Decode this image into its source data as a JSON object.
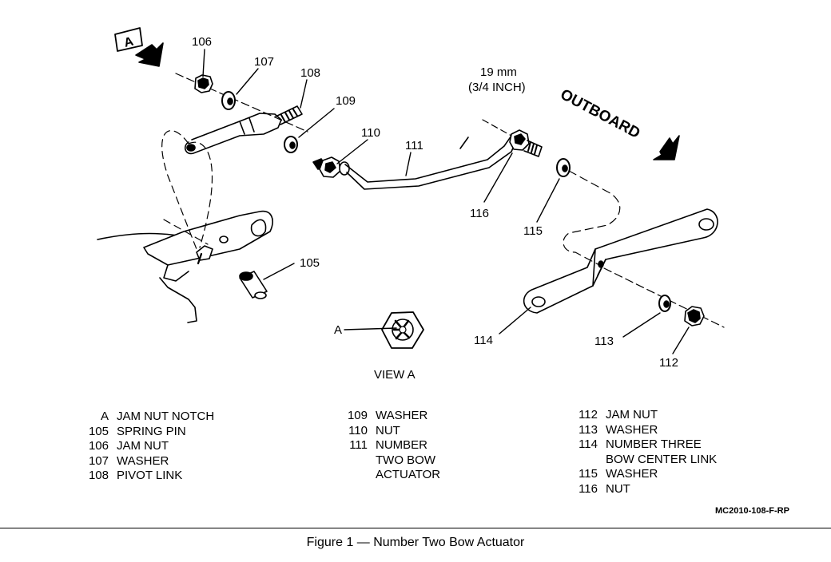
{
  "callouts": {
    "A": "A",
    "n106": "106",
    "n107": "107",
    "n108": "108",
    "n109": "109",
    "n110": "110",
    "n111": "111",
    "n105": "105",
    "n116": "116",
    "n115": "115",
    "n114": "114",
    "n113": "113",
    "n112": "112",
    "dim_metric": "19 mm",
    "dim_inch": "(3/4 INCH)",
    "outboard": "OUTBOARD",
    "view_a_callout": "A",
    "view_a_title": "VIEW A"
  },
  "legend": {
    "col1": [
      {
        "num": "A",
        "text": "JAM NUT NOTCH"
      },
      {
        "num": "105",
        "text": "SPRING PIN"
      },
      {
        "num": "106",
        "text": "JAM NUT"
      },
      {
        "num": "107",
        "text": "WASHER"
      },
      {
        "num": "108",
        "text": "PIVOT LINK"
      }
    ],
    "col2": [
      {
        "num": "109",
        "text": "WASHER"
      },
      {
        "num": "110",
        "text": "NUT"
      },
      {
        "num": "111",
        "text": "NUMBER"
      },
      {
        "num": "",
        "text": "TWO BOW"
      },
      {
        "num": "",
        "text": "ACTUATOR"
      }
    ],
    "col3": [
      {
        "num": "112",
        "text": "JAM NUT"
      },
      {
        "num": "113",
        "text": "WASHER"
      },
      {
        "num": "114",
        "text": "NUMBER THREE"
      },
      {
        "num": "",
        "text": "BOW CENTER LINK"
      },
      {
        "num": "115",
        "text": "WASHER"
      },
      {
        "num": "116",
        "text": "NUT"
      }
    ]
  },
  "drawing_code": "MC2010-108-F-RP",
  "caption": "Figure 1 — Number Two Bow Actuator"
}
